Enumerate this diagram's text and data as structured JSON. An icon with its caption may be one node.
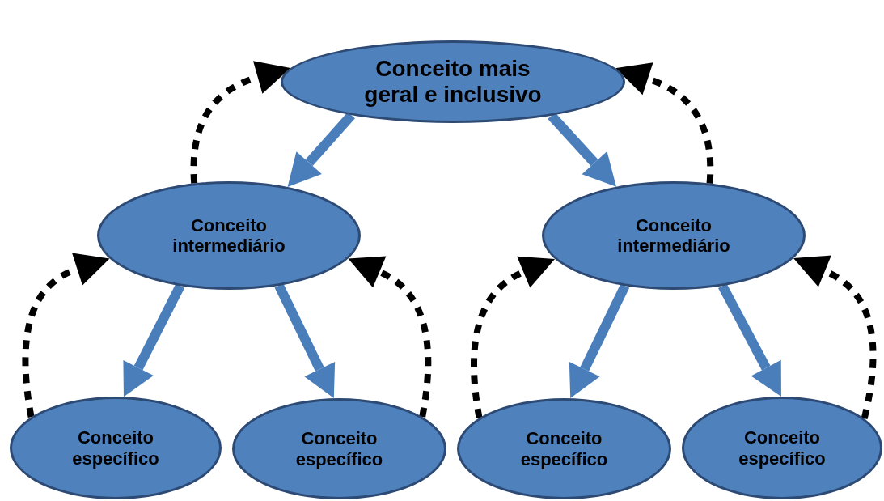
{
  "diagram": {
    "nodes": [
      {
        "text": [
          "Conceito mais geral e inclusivo"
        ]
      },
      {
        "text": [
          "Conceito intermediário"
        ]
      },
      {
        "text": [
          "Conceito intermediário"
        ]
      },
      {
        "text": [
          "Conceito específico"
        ]
      },
      {
        "text": [
          "Conceito específico"
        ]
      },
      {
        "text": [
          "Conceito específico"
        ]
      },
      {
        "text": [
          "Conceito específico"
        ]
      }
    ],
    "edges": [
      {
        "from": 0,
        "to": 1,
        "arrow": "to",
        "color": "#4a7ebb"
      },
      {
        "from": 0,
        "to": 2,
        "arrow": "to",
        "color": "#4a7ebb"
      },
      {
        "from": 1,
        "to": 3,
        "arrow": "to",
        "color": "#4a7ebb"
      },
      {
        "from": 1,
        "to": 4,
        "arrow": "to",
        "color": "#4a7ebb"
      },
      {
        "from": 2,
        "to": 5,
        "arrow": "to",
        "color": "#4a7ebb"
      },
      {
        "from": 2,
        "to": 6,
        "arrow": "to",
        "color": "#4a7ebb"
      },
      {
        "from": 1,
        "to": 0,
        "arrow": "to",
        "style": "dashed",
        "color": "#000000"
      },
      {
        "from": 2,
        "to": 0,
        "arrow": "to",
        "style": "dashed",
        "color": "#000000"
      },
      {
        "from": 3,
        "to": 1,
        "arrow": "to",
        "style": "dashed",
        "color": "#000000"
      },
      {
        "from": 4,
        "to": 1,
        "arrow": "to",
        "style": "dashed",
        "color": "#000000"
      },
      {
        "from": 5,
        "to": 2,
        "arrow": "to",
        "style": "dashed",
        "color": "#000000"
      },
      {
        "from": 6,
        "to": 2,
        "arrow": "to",
        "style": "dashed",
        "color": "#000000"
      }
    ]
  }
}
